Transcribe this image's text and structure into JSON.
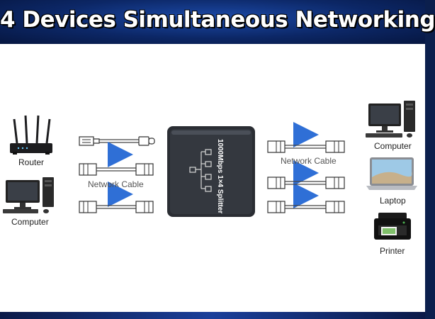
{
  "title": "4 Devices Simultaneous Networking",
  "splitter": {
    "label": "1000Mbps 1×4 Splitter"
  },
  "left_devices": {
    "router": "Router",
    "computer": "Computer"
  },
  "left_cable_label": "Network Cable",
  "right_cable_label": "Network Cable",
  "right_devices": {
    "computer": "Computer",
    "laptop": "Laptop",
    "printer": "Printer"
  },
  "colors": {
    "banner": "#0c2766",
    "arrow": "#2f6fd6",
    "splitter": "#2a2d33"
  }
}
